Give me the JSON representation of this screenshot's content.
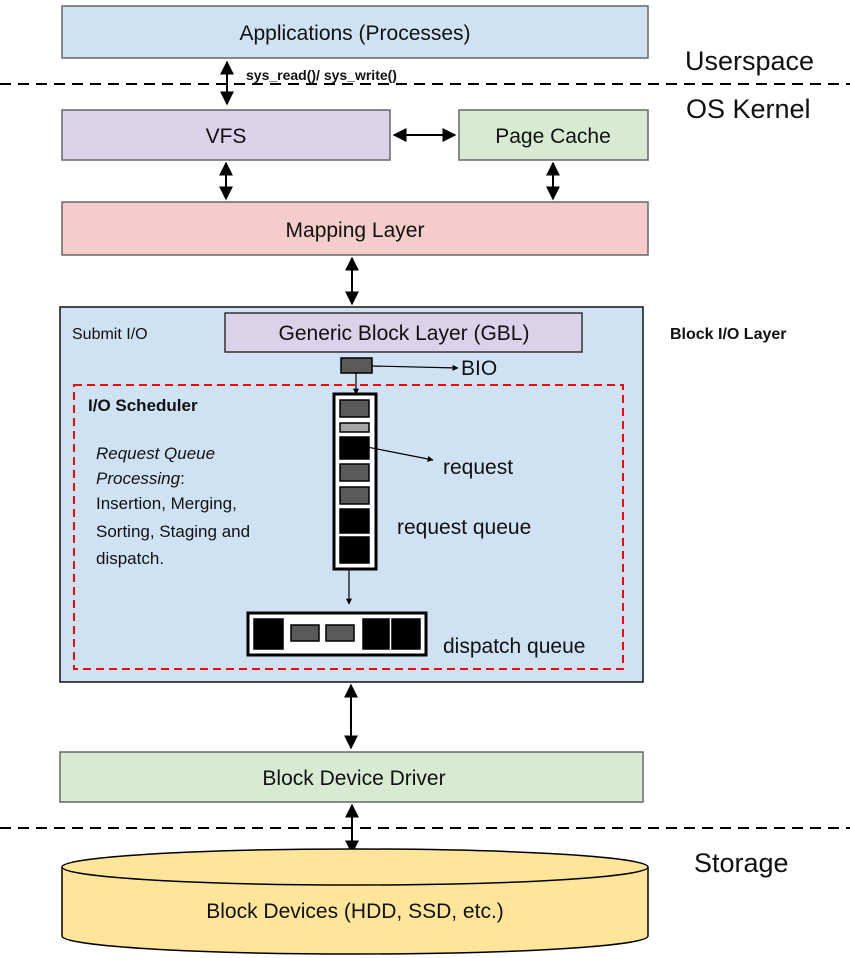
{
  "regions": {
    "userspace": "Userspace",
    "kernel": "OS Kernel",
    "storage": "Storage"
  },
  "boxes": {
    "applications": "Applications (Processes)",
    "vfs": "VFS",
    "page_cache": "Page Cache",
    "mapping_layer": "Mapping Layer",
    "gbl": "Generic Block Layer (GBL)",
    "block_device_driver": "Block Device Driver",
    "block_devices": "Block Devices (HDD, SSD, etc.)"
  },
  "syscall_label": "sys_read()/ sys_write()",
  "block_io": {
    "layer_label": "Block I/O Layer",
    "submit_label": "Submit I/O",
    "bio_label": "BIO",
    "scheduler": {
      "title": "I/O Scheduler",
      "processing_heading": "Request Queue",
      "processing_heading_2": "Processing",
      "processing_colon": ":",
      "processing_lines": [
        "Insertion, Merging,",
        "Sorting, Staging and",
        "dispatch."
      ],
      "request_label": "request",
      "request_queue_label": "request queue",
      "dispatch_queue_label": "dispatch queue"
    }
  },
  "colors": {
    "applications": "#cfe2f3",
    "vfs": "#d9d2e9",
    "page_cache": "#d9ead3",
    "mapping_layer": "#f4cccc",
    "block_io_layer": "#cfe2f3",
    "block_device_driver": "#d9ead3",
    "block_devices": "#ffe599",
    "scheduler_border": "#ff0000",
    "queue_dark": "#000000",
    "queue_gray": "#595959",
    "queue_light": "#a6a6a6"
  }
}
